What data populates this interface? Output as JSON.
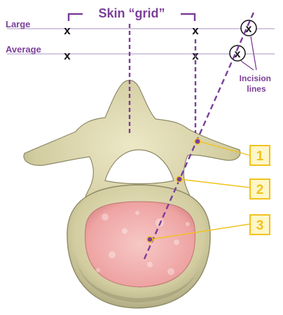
{
  "title": "Skin “grid”",
  "rows": [
    {
      "label": "Large"
    },
    {
      "label": "Average"
    }
  ],
  "marker_symbol": "x",
  "incision_label": [
    "Incision",
    "lines"
  ],
  "callouts": [
    "1",
    "2",
    "3"
  ],
  "colors": {
    "purple": "#7b3f98",
    "purple_line": "#b9a6d0",
    "gold": "#f2c21b",
    "gold_fill": "#fdf6c8",
    "bone": "#d9d3a8",
    "bone_shade": "#a9a57c",
    "disc": "#f1b3b2"
  }
}
